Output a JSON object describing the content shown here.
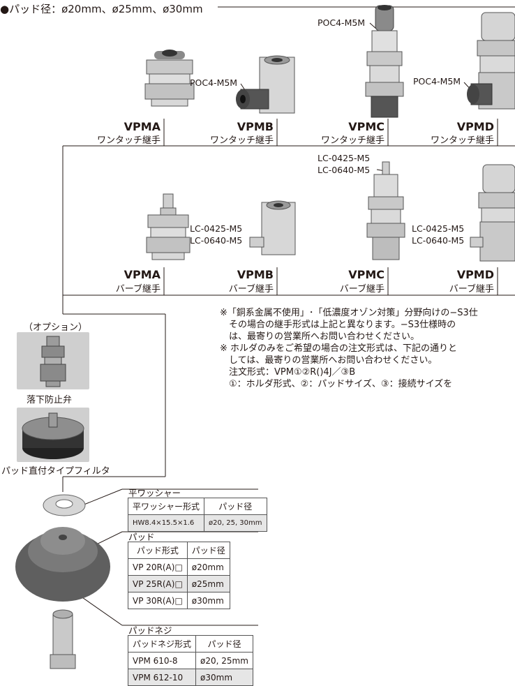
{
  "heading": "●パッド径：ø20mm、ø25mm、ø30mm",
  "row1": [
    {
      "code": "VPMA",
      "type": "ワンタッチ継手"
    },
    {
      "code": "VPMB",
      "type": "ワンタッチ継手",
      "callout": "POC4-M5M"
    },
    {
      "code": "VPMC",
      "type": "ワンタッチ継手",
      "callout": "POC4-M5M"
    },
    {
      "code": "VPMD",
      "type": "ワンタッチ継手",
      "callout": "POC4-M5M"
    }
  ],
  "row2": [
    {
      "code": "VPMA",
      "type": "バーブ継手"
    },
    {
      "code": "VPMB",
      "type": "バーブ継手",
      "callout1": "LC-0425-M5",
      "callout2": "LC-0640-M5"
    },
    {
      "code": "VPMC",
      "type": "バーブ継手",
      "callout1": "LC-0425-M5",
      "callout2": "LC-0640-M5"
    },
    {
      "code": "VPMD",
      "type": "バーブ継手",
      "callout1": "LC-0425-M5",
      "callout2": "LC-0640-M5"
    }
  ],
  "options": {
    "label": "（オプション）",
    "valve": "落下防止弁",
    "filter": "パッド直付タイプフィルタ"
  },
  "notes": [
    "※「銅系金属不使用」･「低濃度オゾン対策」分野向けの−S3仕",
    "　その場合の継手形式は上記と異なります。−S3仕様時の",
    "　は、最寄りの営業所へお問い合わせください。",
    "※ ホルダのみをご希望の場合の注文形式は、下記の通りと",
    "　しては、最寄りの営業所へお問い合わせください。",
    "　注文形式：VPM①②R()4J／③B",
    "　①：ホルダ形式、②：パッドサイズ、③：接続サイズを"
  ],
  "washer": {
    "title": "平ワッシャー",
    "header": [
      "平ワッシャー形式",
      "パッド径"
    ],
    "rows": [
      [
        "HW8.4×15.5×1.6",
        "ø20, 25, 30mm"
      ]
    ]
  },
  "pad": {
    "title": "パッド",
    "header": [
      "パッド形式",
      "パッド径"
    ],
    "rows": [
      [
        "VP 20R(A)□",
        "ø20mm"
      ],
      [
        "VP 25R(A)□",
        "ø25mm"
      ],
      [
        "VP 30R(A)□",
        "ø30mm"
      ]
    ]
  },
  "screw": {
    "title": "パッドネジ",
    "header": [
      "パッドネジ形式",
      "パッド径"
    ],
    "rows": [
      [
        "VPM 610-8",
        "ø20, 25mm"
      ],
      [
        "VPM 612-10",
        "ø30mm"
      ]
    ]
  }
}
